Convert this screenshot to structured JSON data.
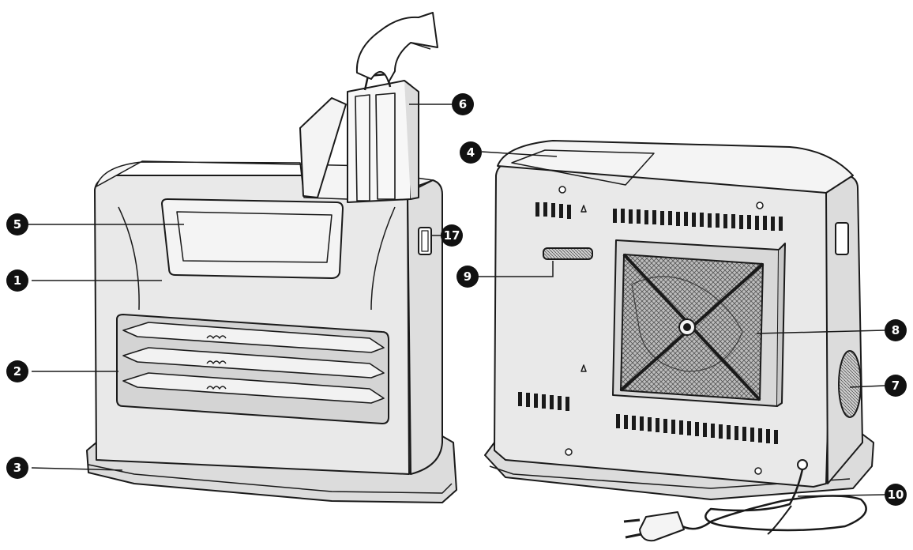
{
  "colors": {
    "line": "#1a1a1a",
    "body": "#e9e9e9",
    "top": "#f4f4f4",
    "shadow": "#d6d6d6",
    "badge": "#111111",
    "badge_text": "#ffffff"
  },
  "callouts": [
    {
      "id": "c1",
      "label": "1"
    },
    {
      "id": "c2",
      "label": "2"
    },
    {
      "id": "c3",
      "label": "3"
    },
    {
      "id": "c4",
      "label": "4"
    },
    {
      "id": "c5",
      "label": "5"
    },
    {
      "id": "c6",
      "label": "6"
    },
    {
      "id": "c7",
      "label": "7"
    },
    {
      "id": "c8",
      "label": "8"
    },
    {
      "id": "c9",
      "label": "9"
    },
    {
      "id": "c10",
      "label": "10"
    },
    {
      "id": "c17",
      "label": "17"
    }
  ]
}
